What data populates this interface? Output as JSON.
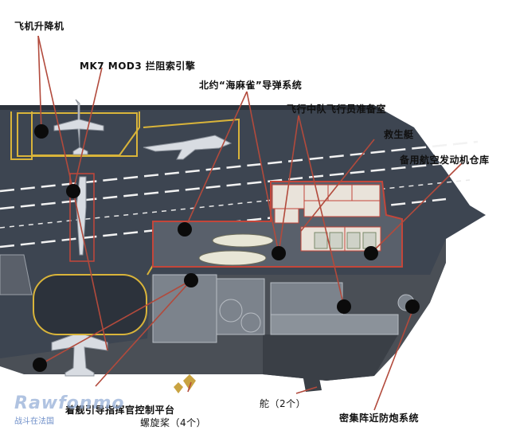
{
  "labels": {
    "aircraft_elevator": "飞机升降机",
    "arresting_gear": "MK7 MOD3 拦阻索引擎",
    "sea_sparrow": "北约“海麻雀”导弹系统",
    "ready_room": "飞行中队飞行员准备室",
    "lifeboat": "救生艇",
    "engine_store": "备用航空发动机仓库",
    "landing_control": "着舰引导指挥官控制平台",
    "propeller": "螺旋桨（4个）",
    "rudder": "舵（2个）",
    "ciws": "密集阵近防炮系统"
  },
  "watermark": {
    "logo": "Rawfonmo",
    "text": "战斗在法国"
  },
  "colors": {
    "deck": "#3d4551",
    "deck_dark": "#2c323b",
    "deck_line": "#f2f2f2",
    "yellow_line": "#d9b43a",
    "red_outline": "#c4463a",
    "leader": "#b24a3c",
    "hull": "#4a4f56",
    "callout_dot": "#0b0b0b",
    "interior": "#e9e3da"
  }
}
